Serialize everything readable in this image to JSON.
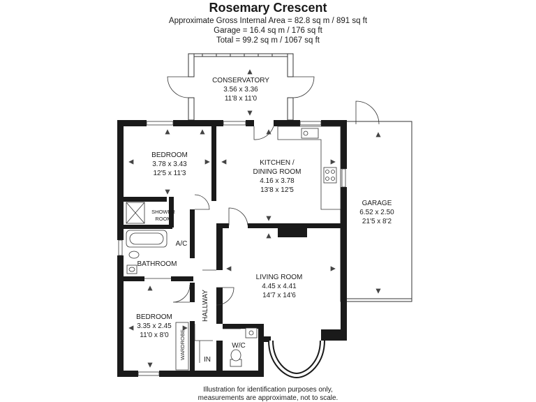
{
  "header": {
    "title": "Rosemary Crescent",
    "area_line_1": "Approximate Gross Internal Area =  82.8 sq m / 891 sq ft",
    "area_line_2": "Garage = 16.4 sq m / 176 sq ft",
    "area_line_3": "Total = 99.2 sq m / 1067 sq ft"
  },
  "rooms": {
    "conservatory": {
      "name": "CONSERVATORY",
      "metric": "3.56 x 3.36",
      "imperial": "11'8 x 11'0"
    },
    "bedroom1": {
      "name": "BEDROOM",
      "metric": "3.78 x 3.43",
      "imperial": "12'5 x 11'3"
    },
    "kitchen": {
      "name_1": "KITCHEN /",
      "name_2": "DINING ROOM",
      "metric": "4.16 x 3.78",
      "imperial": "13'8 x 12'5"
    },
    "garage": {
      "name": "GARAGE",
      "metric": "6.52 x 2.50",
      "imperial": "21'5 x 8'2"
    },
    "shower": {
      "name_1": "SHOWER",
      "name_2": "ROOM"
    },
    "ac": {
      "name": "A/C"
    },
    "bathroom": {
      "name": "BATHROOM"
    },
    "living": {
      "name": "LIVING ROOM",
      "metric": "4.45 x 4.41",
      "imperial": "14'7 x 14'6"
    },
    "hallway": {
      "name": "HALLWAY"
    },
    "bedroom2": {
      "name": "BEDROOM",
      "metric": "3.35 x 2.45",
      "imperial": "11'0 x 8'0"
    },
    "wardrobe": {
      "name": "WARDROBE"
    },
    "wc": {
      "name": "W/C"
    },
    "entrance": {
      "name": "IN"
    }
  },
  "footer": {
    "line_1": "Illustration for identification purposes only,",
    "line_2": "measurements are approximate, not to scale."
  }
}
